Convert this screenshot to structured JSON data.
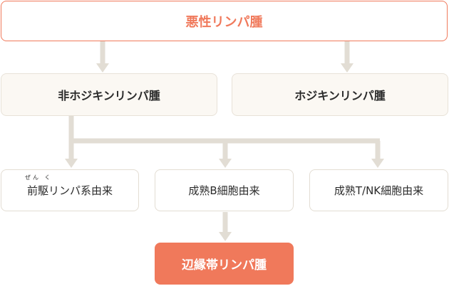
{
  "top": {
    "label": "悪性リンパ腫"
  },
  "level2": {
    "left": "非ホジキンリンパ腫",
    "right": "ホジキンリンパ腫"
  },
  "level3": {
    "precursor": {
      "label": "前駆リンパ系由来",
      "ruby": "ぜん く"
    },
    "mature_b": "成熟B細胞由来",
    "mature_tnk": "成熟T/NK細胞由来"
  },
  "bottom": {
    "label": "辺縁帯リンパ腫"
  },
  "colors": {
    "accent": "#f0795b",
    "connector": "#e2ddd4",
    "level2_bg": "#fbf8f3",
    "text": "#2b2b2b"
  }
}
